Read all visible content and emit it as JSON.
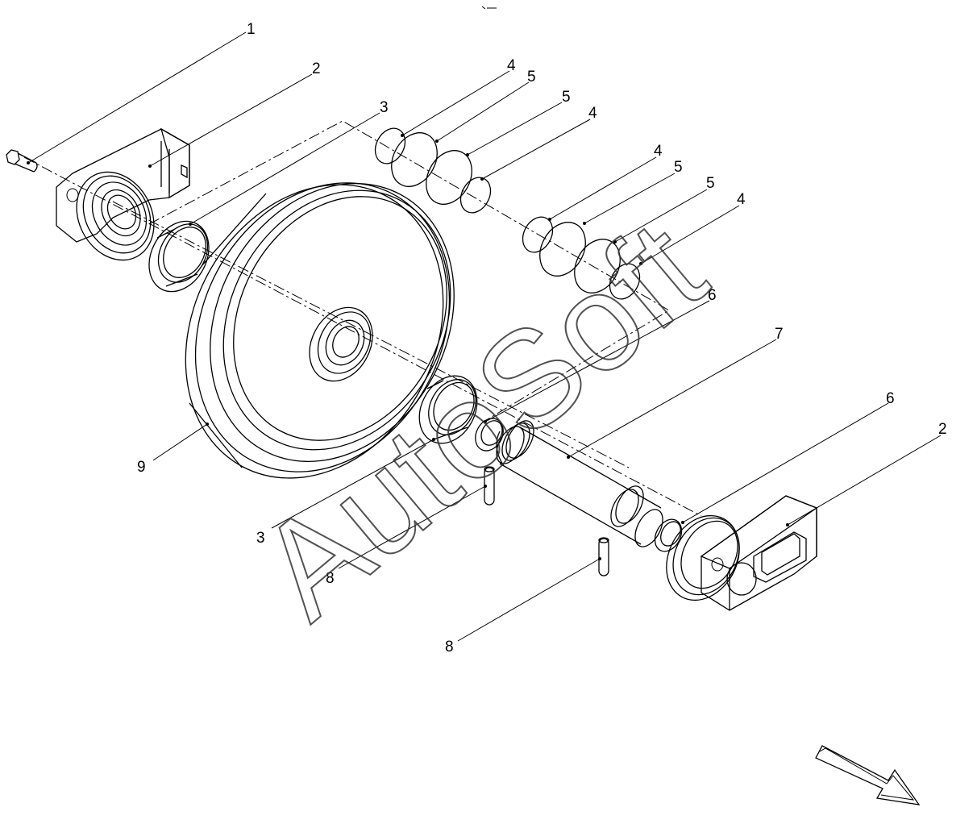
{
  "watermark": "AutoSoft",
  "callouts": [
    "1",
    "2",
    "3",
    "4",
    "5",
    "5",
    "4",
    "4",
    "5",
    "5",
    "4",
    "6",
    "7",
    "6",
    "2",
    "9",
    "3",
    "8",
    "8"
  ],
  "direction_arrow_icon": "outline-arrow-icon"
}
